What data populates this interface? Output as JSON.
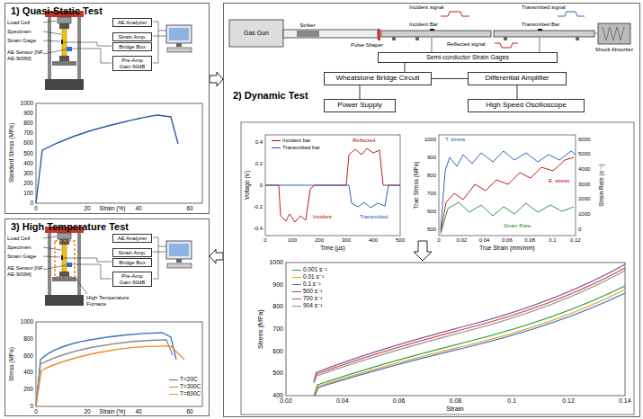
{
  "diagram": {
    "nodes": [
      {
        "text": [
          "1) Quasi-Static Test"
        ]
      },
      {
        "text": [
          "AE Analyzer"
        ],
        "in": 0
      },
      {
        "text": [
          "Strain Amp."
        ],
        "in": 0
      },
      {
        "text": [
          "Bridge Box"
        ],
        "in": 0
      },
      {
        "text": [
          "Pre-Amp",
          "Gain 60dB"
        ],
        "in": 0
      },
      {
        "text": [
          "2) Dynamic Test"
        ]
      },
      {
        "text": [
          "Semi-conductor Strain Gages"
        ],
        "in": 5
      },
      {
        "text": [
          "Wheatstone Bridge Circuit"
        ],
        "in": 5
      },
      {
        "text": [
          "Differential Amplifier"
        ],
        "in": 5
      },
      {
        "text": [
          "Power Supply"
        ],
        "in": 5
      },
      {
        "text": [
          "High Speed Oscilloscope"
        ],
        "in": 5
      },
      {
        "text": [
          "3) High Temperature Test"
        ]
      },
      {
        "text": [
          "AE Analyzer"
        ],
        "in": 11
      },
      {
        "text": [
          "Strain Amp."
        ],
        "in": 11
      },
      {
        "text": [
          "Bridge Box"
        ],
        "in": 11
      },
      {
        "text": [
          "Pre-Amp",
          "Gain 60dB"
        ],
        "in": 11
      }
    ],
    "edges": [
      {
        "from": 0,
        "to": 5,
        "arrow": "to"
      },
      {
        "from": 5,
        "to": 11,
        "arrow": "to"
      },
      {
        "from": 6,
        "to": 7,
        "arrow": "none"
      },
      {
        "from": 7,
        "to": 8,
        "arrow": "none"
      },
      {
        "from": 9,
        "to": 7,
        "arrow": "none"
      },
      {
        "from": 8,
        "to": 10,
        "arrow": "none"
      }
    ],
    "labels": [
      "Load Cell",
      "Specimen",
      "Strain Gage",
      "AE Sensor [NF AE-900M]",
      "1000",
      "900",
      "800",
      "700",
      "600",
      "500",
      "400",
      "300",
      "200",
      "100",
      "0",
      "0",
      "20",
      "40",
      "60",
      "Strain (%)",
      "Standard Stress (MPa)",
      "Gas Gun",
      "Striker",
      "Pulse Shaper",
      "Incident signal",
      "Incident Bar",
      "Reflected signal",
      "Transmitted signal",
      "Transmitted Bar",
      "Shock Absorber",
      "0.4",
      "0.2",
      "0",
      "-0.2",
      "-0.4",
      "0",
      "100",
      "200",
      "300",
      "400",
      "500",
      "Time (μs)",
      "Voltage (V)",
      "Incident",
      "Reflected",
      "Transmitted",
      "1000",
      "900",
      "800",
      "700",
      "600",
      "500",
      "6000",
      "5000",
      "4000",
      "3000",
      "2000",
      "1000",
      "0",
      "0",
      "0.02",
      "0.04",
      "0.06",
      "0.08",
      "0.1",
      "0.12",
      "True Strain (mm/mm)",
      "True Stress (MPa)",
      "Strain Rate (s⁻¹)",
      "T. stress",
      "E. stress",
      "Strain Rate",
      "1000",
      "900",
      "800",
      "700",
      "600",
      "500",
      "400",
      "0.02",
      "0.04",
      "0.06",
      "0.08",
      "0.1",
      "0.12",
      "0.14",
      "Strain",
      "Stress (MPa)",
      "Load Cell",
      "Specimen",
      "Strain Gage",
      "AE Sensor [NF AE-900M]",
      "High Temperature Furnace",
      "1000",
      "800",
      "600",
      "400",
      "200",
      "0",
      "0",
      "20",
      "40",
      "60",
      "Strain (%)",
      "Stress (MPa)"
    ],
    "legend": [
      {
        "text": "Incident bar"
      },
      {
        "text": "Transmitted bar"
      },
      {
        "text": "0.001 s⁻¹"
      },
      {
        "text": "0.01 s⁻¹"
      },
      {
        "text": "0.1 s⁻¹"
      },
      {
        "text": "500 s⁻¹"
      },
      {
        "text": "700 s⁻¹"
      },
      {
        "text": "904 s⁻¹"
      },
      {
        "text": "T=20C"
      },
      {
        "text": "T=300C"
      },
      {
        "text": "T=600C"
      }
    ]
  }
}
